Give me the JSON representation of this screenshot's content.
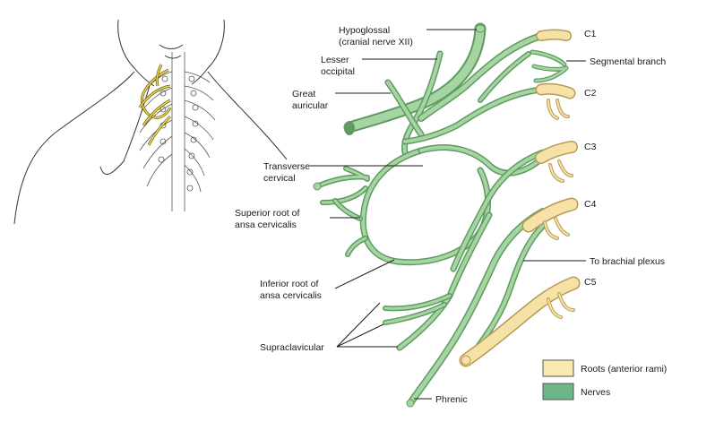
{
  "labels": {
    "hypoglossal_1": "Hypoglossal",
    "hypoglossal_2": "(cranial nerve XII)",
    "lesser_1": "Lesser",
    "lesser_2": "occipital",
    "great_1": "Great",
    "great_2": "auricular",
    "transverse_1": "Transverse",
    "transverse_2": "cervical",
    "superior_1": "Superior root of",
    "superior_2": "ansa cervicalis",
    "inferior_1": "Inferior root of",
    "inferior_2": "ansa cervicalis",
    "supraclavicular": "Supraclavicular",
    "phrenic": "Phrenic",
    "segmental": "Segmental branch",
    "brachial": "To brachial plexus"
  },
  "roots": [
    "C1",
    "C2",
    "C3",
    "C4",
    "C5"
  ],
  "legend": {
    "roots": {
      "label": "Roots (anterior rami)",
      "color": "#f9e8b0"
    },
    "nerves": {
      "label": "Nerves",
      "color": "#6fb58a"
    }
  }
}
